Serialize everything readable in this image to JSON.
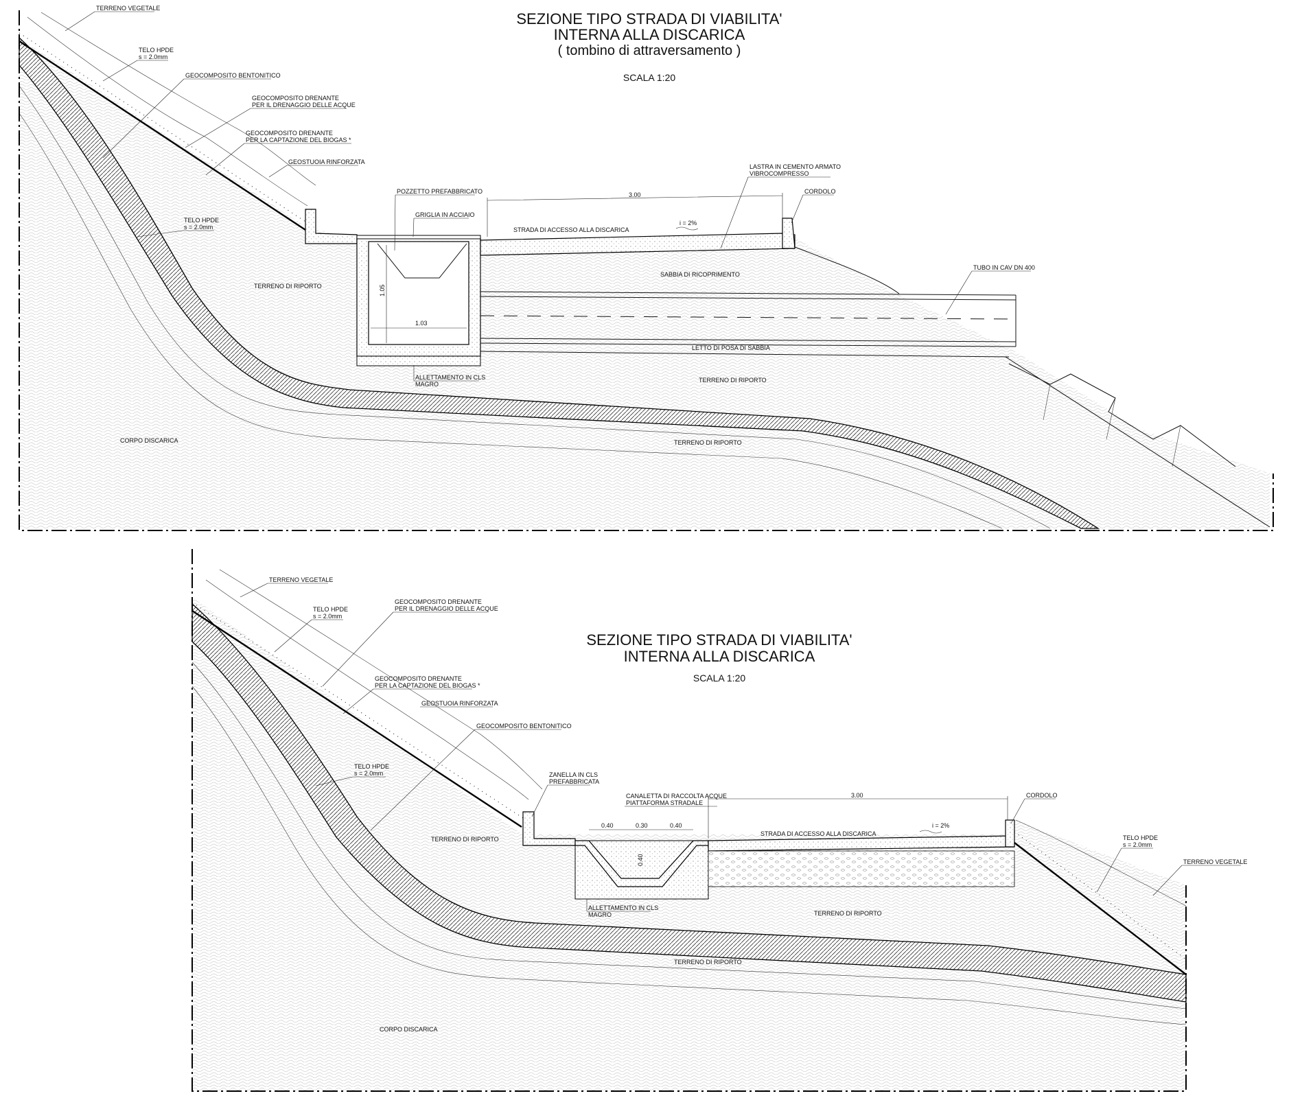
{
  "top": {
    "title_line1": "SEZIONE TIPO STRADA DI VIABILITA'",
    "title_line2": "INTERNA ALLA DISCARICA",
    "title_line3": "( tombino di attraversamento )",
    "scale": "SCALA 1:20",
    "labels": {
      "terreno_vegetale": "TERRENO VEGETALE",
      "telo_hpde_a": "TELO HPDE",
      "telo_hpde_a_s": "s = 2.0mm",
      "geocomposito_bentonitico": "GEOCOMPOSITO BENTONITICO",
      "geodren_acque_1": "GEOCOMPOSITO DRENANTE",
      "geodren_acque_2": "PER IL DRENAGGIO DELLE ACQUE",
      "geodren_biogas_1": "GEOCOMPOSITO DRENANTE",
      "geodren_biogas_2": "PER LA CAPTAZIONE DEL BIOGAS *",
      "geostuoia": "GEOSTUOIA RINFORZATA",
      "telo_hpde_b": "TELO HPDE",
      "telo_hpde_b_s": "s = 2.0mm",
      "pozzetto": "POZZETTO PREFABBRICATO",
      "griglia": "GRIGLIA IN ACCIAIO",
      "lastra_1": "LASTRA IN CEMENTO ARMATO",
      "lastra_2": "VIBROCOMPRESSO",
      "cordolo": "CORDOLO",
      "strada": "STRADA DI ACCESSO ALLA DISCARICA",
      "pendenza": "i = 2%",
      "sabbia": "SABBIA DI RICOPRIMENTO",
      "tubo": "TUBO IN CAV DN 400",
      "terreno_riporto_1": "TERRENO DI RIPORTO",
      "letto_posa": "LETTO DI POSA DI SABBIA",
      "allettamento_1": "ALLETTAMENTO IN CLS",
      "allettamento_2": "MAGRO",
      "terreno_riporto_2": "TERRENO DI RIPORTO",
      "terreno_riporto_3": "TERRENO DI RIPORTO",
      "corpo_discarica": "CORPO DISCARICA"
    },
    "dims": {
      "width_road": "3.00",
      "height_box": "1.05",
      "width_box": "1.03"
    }
  },
  "bottom": {
    "title_line1": "SEZIONE TIPO STRADA DI VIABILITA'",
    "title_line2": "INTERNA ALLA DISCARICA",
    "scale": "SCALA 1:20",
    "labels": {
      "terreno_vegetale_l": "TERRENO VEGETALE",
      "telo_hpde_a": "TELO HPDE",
      "telo_hpde_a_s": "s = 2.0mm",
      "geodren_acque_1": "GEOCOMPOSITO DRENANTE",
      "geodren_acque_2": "PER IL DRENAGGIO DELLE ACQUE",
      "geodren_biogas_1": "GEOCOMPOSITO DRENANTE",
      "geodren_biogas_2": "PER LA CAPTAZIONE DEL BIOGAS *",
      "geostuoia": "GEOSTUOIA RINFORZATA",
      "geocomposito_bentonitico": "GEOCOMPOSITO BENTONITICO",
      "telo_hpde_b": "TELO HPDE",
      "telo_hpde_b_s": "s = 2.0mm",
      "zanella_1": "ZANELLA IN CLS",
      "zanella_2": "PREFABBRICATA",
      "canaletta_1": "CANALETTA DI RACCOLTA ACQUE",
      "canaletta_2": "PIATTAFORMA STRADALE",
      "cordolo": "CORDOLO",
      "strada": "STRADA DI ACCESSO ALLA DISCARICA",
      "pendenza": "i = 2%",
      "terreno_riporto_1": "TERRENO DI RIPORTO",
      "terreno_riporto_2": "TERRENO DI RIPORTO",
      "terreno_riporto_3": "TERRENO DI RIPORTO",
      "allettamento_1": "ALLETTAMENTO IN CLS",
      "allettamento_2": "MAGRO",
      "telo_hpde_r": "TELO HPDE",
      "telo_hpde_r_s": "s = 2.0mm",
      "terreno_vegetale_r": "TERRENO VEGETALE",
      "corpo_discarica": "CORPO DISCARICA"
    },
    "dims": {
      "width_road": "3.00",
      "d1": "0.40",
      "d2": "0.30",
      "d3": "0.40",
      "depth": "0.40"
    }
  }
}
